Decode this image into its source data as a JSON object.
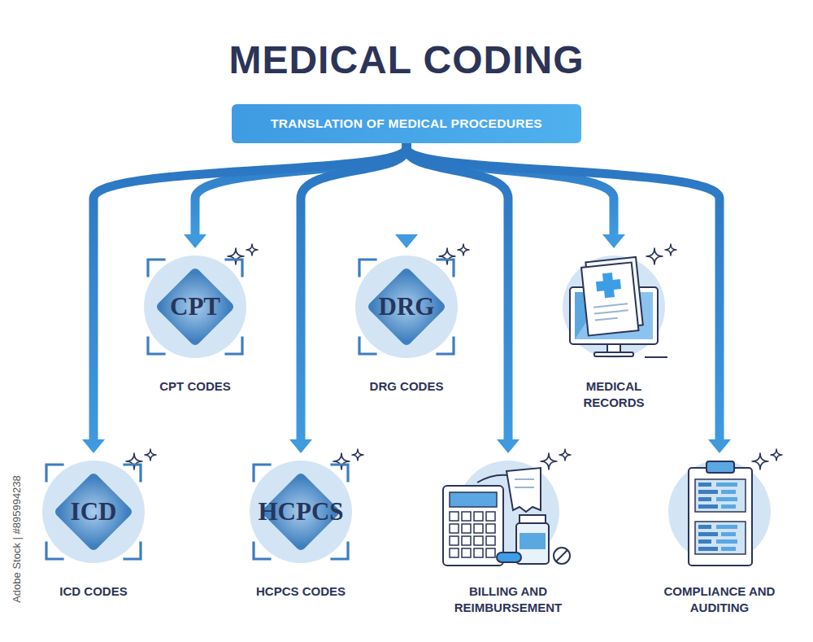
{
  "diagram": {
    "title": "MEDICAL CODING",
    "nodes": [
      {
        "text": [
          "TRANSLATION OF MEDICAL PROCEDURES"
        ]
      },
      {
        "text": [
          "CPT",
          "CPT CODES"
        ]
      },
      {
        "text": [
          "DRG",
          "DRG CODES"
        ]
      },
      {
        "text": [
          "MEDICAL RECORDS"
        ]
      },
      {
        "text": [
          "ICD",
          "ICD CODES"
        ]
      },
      {
        "text": [
          "HCPCS",
          "HCPCS CODES"
        ]
      },
      {
        "text": [
          "BILLING AND REIMBURSEMENT"
        ]
      },
      {
        "text": [
          "COMPLIANCE AND AUDITING"
        ]
      }
    ],
    "edges": [
      {
        "from": 0,
        "to": 1,
        "arrow": "to"
      },
      {
        "from": 0,
        "to": 2,
        "arrow": "to"
      },
      {
        "from": 0,
        "to": 3,
        "arrow": "to"
      },
      {
        "from": 0,
        "to": 4,
        "arrow": "to"
      },
      {
        "from": 0,
        "to": 5,
        "arrow": "to"
      },
      {
        "from": 0,
        "to": 6,
        "arrow": "to"
      },
      {
        "from": 0,
        "to": 7,
        "arrow": "to"
      }
    ],
    "labels": [
      "Adobe Stock | #895994238"
    ]
  }
}
